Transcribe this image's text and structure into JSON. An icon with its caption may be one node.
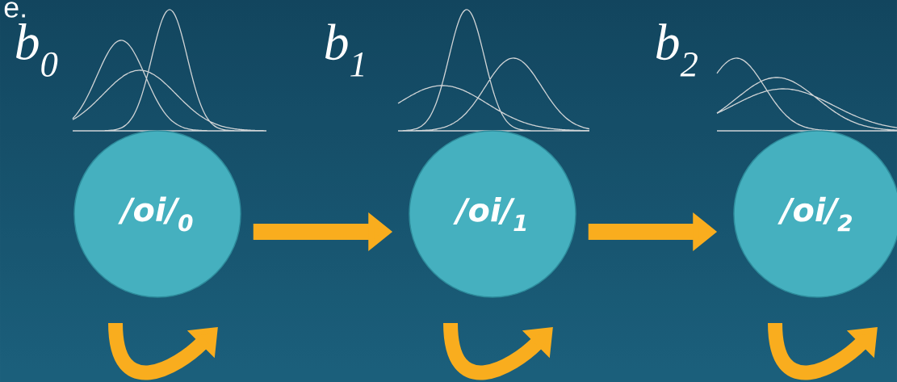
{
  "diagram": {
    "nodes": [
      {
        "text": [
          "/oi/$_{0}$"
        ]
      },
      {
        "text": [
          "/oi/$_{1}$"
        ]
      },
      {
        "text": [
          "/oi/$_{2}$"
        ]
      }
    ],
    "edges": [
      {
        "from": 0,
        "to": 1,
        "arrow": "to"
      },
      {
        "from": 1,
        "to": 2,
        "arrow": "to"
      },
      {
        "from": 0,
        "to": 0,
        "arrow": "to"
      },
      {
        "from": 1,
        "to": 1,
        "arrow": "to"
      },
      {
        "from": 2,
        "to": 2,
        "arrow": "to"
      }
    ],
    "labels": [
      "e.",
      "b$_{0}$",
      "b$_{1}$",
      "b$_{2}$"
    ]
  }
}
